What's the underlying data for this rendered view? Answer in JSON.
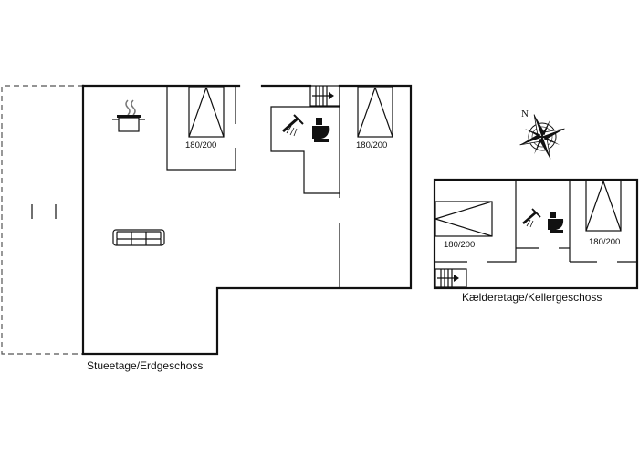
{
  "ground_floor": {
    "label": "Stueetage/Erdgeschoss",
    "bed_sizes": [
      "180/200",
      "180/200"
    ]
  },
  "basement": {
    "label": "Kælderetage/Kellergeschoss",
    "bed_sizes": [
      "180/200",
      "180/200"
    ]
  },
  "compass": {
    "north_label": "N"
  },
  "icons": [
    "kitchen-pot-icon",
    "sofa-icon",
    "shower-icon",
    "toilet-icon",
    "stairs-icon",
    "compass-rose-icon",
    "bed-icon"
  ]
}
